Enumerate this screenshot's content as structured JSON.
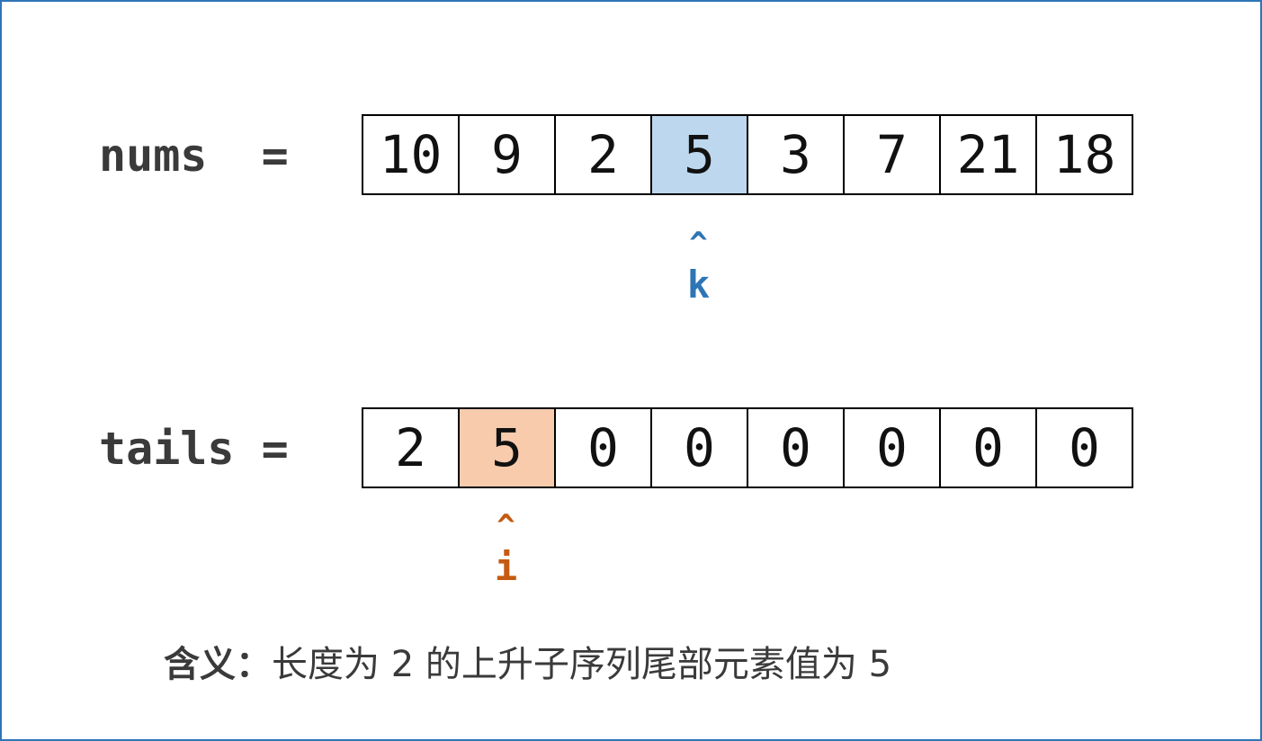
{
  "nums": {
    "label": "nums  =",
    "values": [
      "10",
      "9",
      "2",
      "5",
      "3",
      "7",
      "21",
      "18"
    ],
    "highlight_index": 3,
    "highlight_color": "#bdd7ee",
    "pointer": {
      "caret": "^",
      "name": "k",
      "color": "#2e75b6"
    }
  },
  "tails": {
    "label": "tails =",
    "values": [
      "2",
      "5",
      "0",
      "0",
      "0",
      "0",
      "0",
      "0"
    ],
    "highlight_index": 1,
    "highlight_color": "#f8cbad",
    "pointer": {
      "caret": "^",
      "name": "i",
      "color": "#c55a11"
    }
  },
  "meaning": {
    "label": "含义：",
    "text": "长度为 2 的上升子序列尾部元素值为 5"
  },
  "colors": {
    "frame": "#2e75b6",
    "text": "#3a3a3a"
  }
}
